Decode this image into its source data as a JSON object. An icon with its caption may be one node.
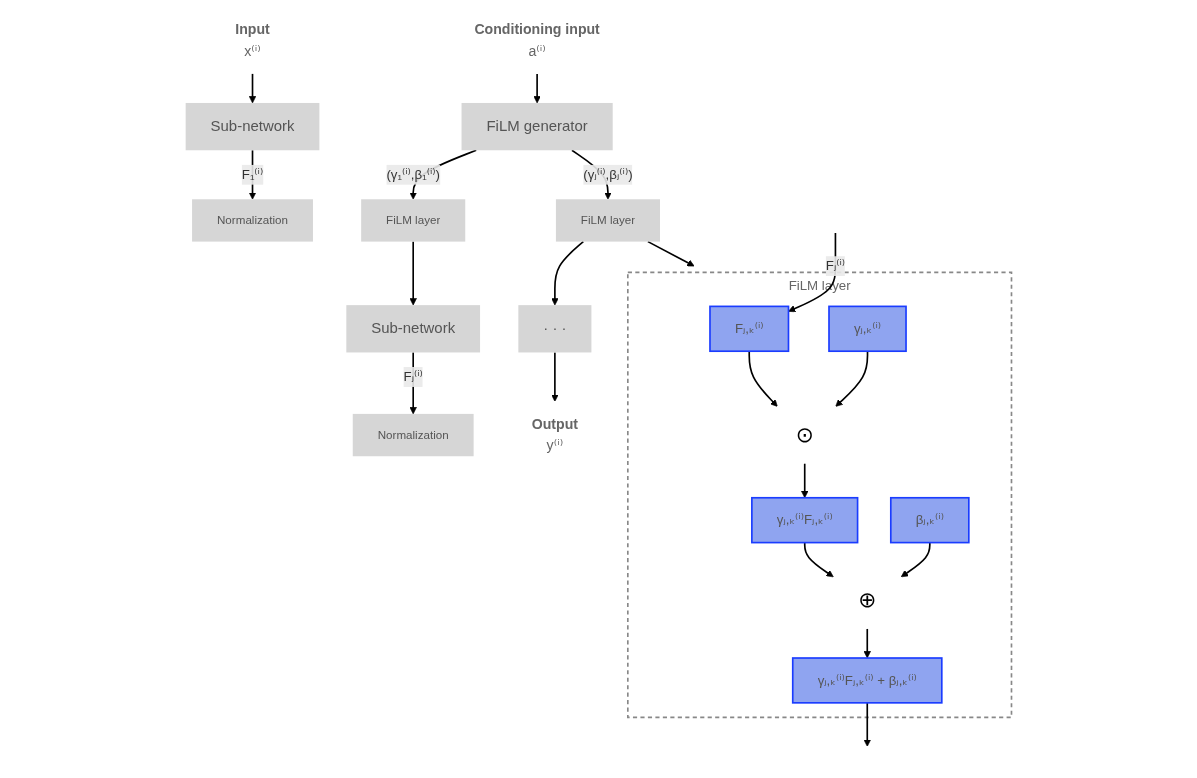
{
  "diagram": {
    "nodes": [
      {
        "text": [
          "Conditioning input",
          "a⁽ⁱ⁾"
        ]
      },
      {
        "text": [
          "FiLM generator"
        ]
      },
      {
        "text": [
          "Input",
          "x⁽ⁱ⁾"
        ]
      },
      {
        "text": [
          "Sub-network"
        ]
      },
      {
        "text": [
          "Normalization"
        ]
      },
      {
        "text": [
          "FiLM layer"
        ]
      },
      {
        "text": [
          "Sub-network"
        ]
      },
      {
        "text": [
          "Normalization"
        ]
      },
      {
        "text": [
          "FiLM layer"
        ]
      },
      {
        "text": [
          "· · ·"
        ]
      },
      {
        "text": [
          "Output",
          "y⁽ⁱ⁾"
        ]
      },
      {
        "text": [
          "FiLM layer"
        ]
      },
      {
        "text": [
          "Fⱼ,ₖ⁽ⁱ⁾"
        ],
        "in": 11
      },
      {
        "text": [
          "γⱼ,ₖ⁽ⁱ⁾"
        ],
        "in": 11
      },
      {
        "text": [
          "⊙"
        ],
        "in": 11
      },
      {
        "text": [
          "γⱼ,ₖ⁽ⁱ⁾Fⱼ,ₖ⁽ⁱ⁾"
        ],
        "in": 11
      },
      {
        "text": [
          "βⱼ,ₖ⁽ⁱ⁾"
        ],
        "in": 11
      },
      {
        "text": [
          "⊕"
        ],
        "in": 11
      },
      {
        "text": [
          "γⱼ,ₖ⁽ⁱ⁾Fⱼ,ₖ⁽ⁱ⁾ + βⱼ,ₖ⁽ⁱ⁾"
        ],
        "in": 11
      }
    ],
    "edges": [
      {
        "from": 0,
        "to": 1,
        "arrow": "to"
      },
      {
        "from": 2,
        "to": 3,
        "arrow": "to"
      },
      {
        "from": 3,
        "to": 4,
        "arrow": "to",
        "label": "F₁⁽ⁱ⁾"
      },
      {
        "from": 1,
        "to": 5,
        "arrow": "to",
        "label": "(γ₁⁽ⁱ⁾,β₁⁽ⁱ⁾)"
      },
      {
        "from": 5,
        "to": 6,
        "arrow": "to"
      },
      {
        "from": 6,
        "to": 7,
        "arrow": "to",
        "label": "Fⱼ⁽ⁱ⁾"
      },
      {
        "from": 1,
        "to": 8,
        "arrow": "to",
        "label": "(γⱼ⁽ⁱ⁾,βⱼ⁽ⁱ⁾)"
      },
      {
        "from": 8,
        "to": 9,
        "arrow": "to"
      },
      {
        "from": 9,
        "to": 10,
        "arrow": "to"
      },
      {
        "from": 8,
        "to": 11,
        "arrow": "to"
      },
      {
        "from": null,
        "to": 12,
        "arrow": "to",
        "label": "Fⱼ⁽ⁱ⁾"
      },
      {
        "from": 12,
        "to": 14,
        "arrow": "to"
      },
      {
        "from": 13,
        "to": 14,
        "arrow": "to"
      },
      {
        "from": 14,
        "to": 15,
        "arrow": "to"
      },
      {
        "from": 15,
        "to": 17,
        "arrow": "to"
      },
      {
        "from": 16,
        "to": 17,
        "arrow": "to"
      },
      {
        "from": 17,
        "to": 18,
        "arrow": "to"
      },
      {
        "from": 18,
        "to": null,
        "arrow": "to"
      }
    ]
  }
}
